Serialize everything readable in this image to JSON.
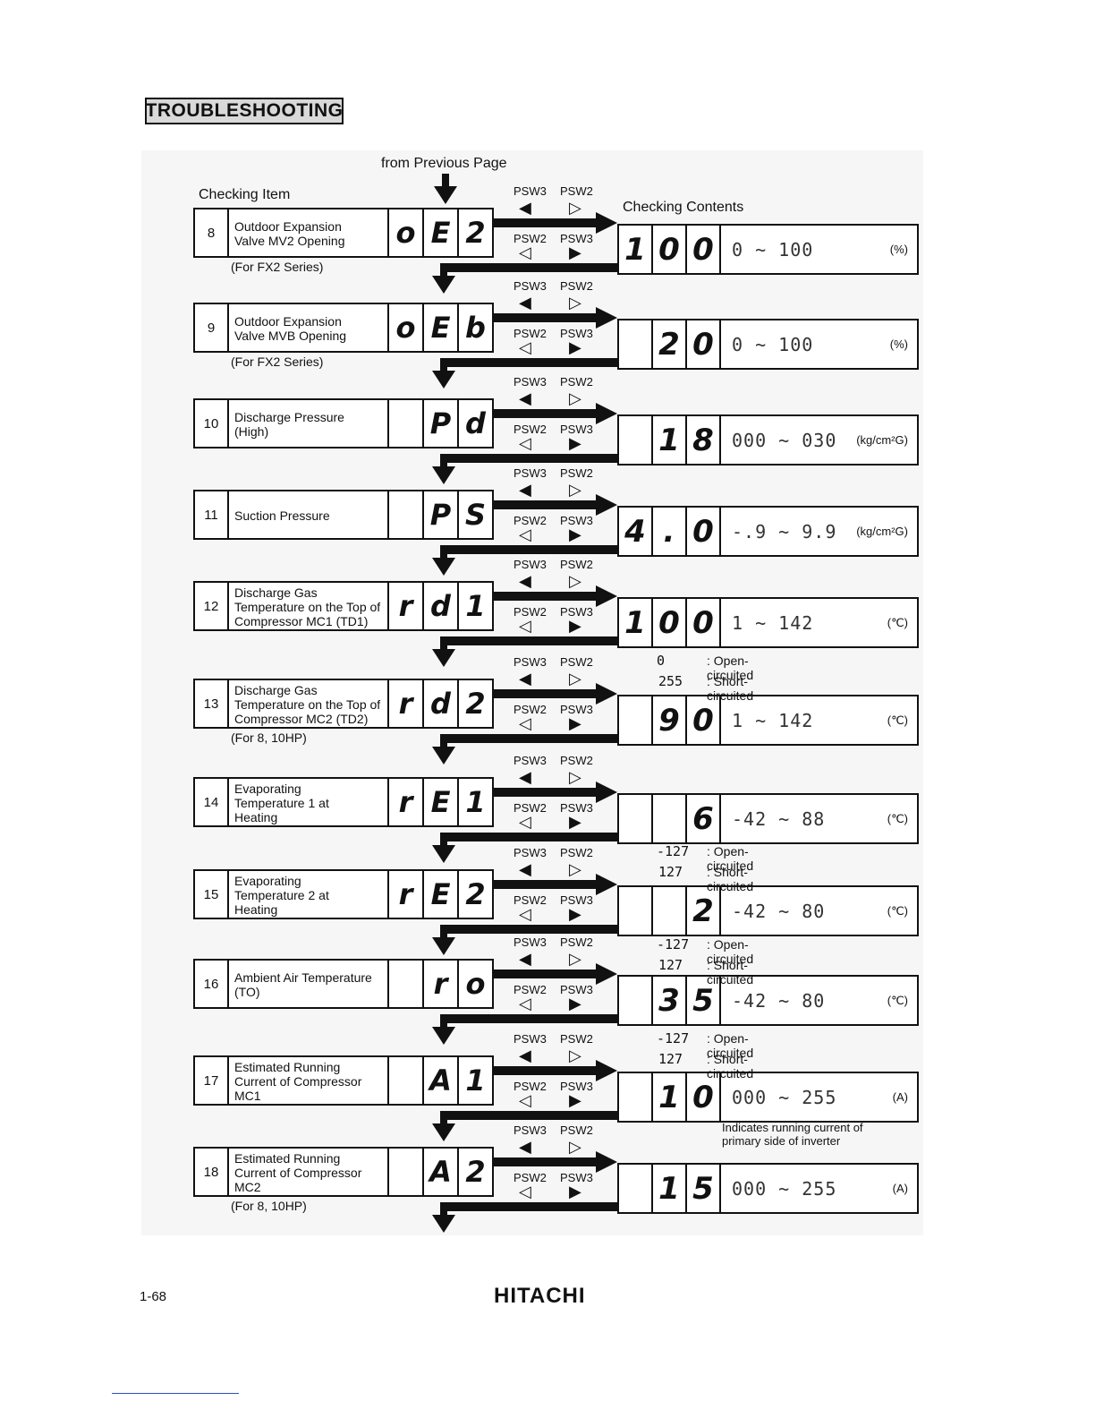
{
  "header": {
    "title": "TROUBLESHOOTING"
  },
  "labels": {
    "from_previous": "from Previous Page",
    "checking_item": "Checking Item",
    "checking_contents": "Checking Contents"
  },
  "psw": {
    "top_left": "PSW3",
    "top_right": "PSW2",
    "bot_left": "PSW2",
    "bot_right": "PSW3"
  },
  "items": [
    {
      "num": "8",
      "name": "Outdoor Expansion\nValve MV2 Opening",
      "code": [
        "o",
        "E",
        "2"
      ],
      "note": "(For FX2 Series)",
      "result": [
        "1",
        "0",
        "0"
      ],
      "range": "0 ~ 100",
      "unit": "(%)"
    },
    {
      "num": "9",
      "name": "Outdoor Expansion\nValve MVB Opening",
      "code": [
        "o",
        "E",
        "b"
      ],
      "note": "(For FX2 Series)",
      "result": [
        "",
        "2",
        "0"
      ],
      "range": "0 ~ 100",
      "unit": "(%)"
    },
    {
      "num": "10",
      "name": "Discharge Pressure\n(High)",
      "code": [
        "",
        "P",
        "d"
      ],
      "note": "",
      "result": [
        "",
        "1",
        "8"
      ],
      "range": "000 ~ 030",
      "unit": "(kg/cm²G)"
    },
    {
      "num": "11",
      "name": "Suction Pressure",
      "code": [
        "",
        "P",
        "S"
      ],
      "note": "",
      "result": [
        "4",
        ".",
        "0"
      ],
      "range": "-.9 ~ 9.9",
      "unit": "(kg/cm²G)"
    },
    {
      "num": "12",
      "name": "Discharge Gas\nTemperature on the Top of\nCompressor MC1 (TD1)",
      "code": [
        "r",
        "d",
        "1"
      ],
      "note": "",
      "result": [
        "1",
        "0",
        "0"
      ],
      "range": "1 ~ 142",
      "unit": "(℃)"
    },
    {
      "num": "13",
      "name": "Discharge Gas\nTemperature on the Top of\nCompressor MC2 (TD2)",
      "code": [
        "r",
        "d",
        "2"
      ],
      "note": "(For 8, 10HP)",
      "result": [
        "",
        "9",
        "0"
      ],
      "range": "1 ~ 142",
      "unit": "(℃)"
    },
    {
      "num": "14",
      "name": "Evaporating\nTemperature 1 at\nHeating",
      "code": [
        "r",
        "E",
        "1"
      ],
      "note": "",
      "result": [
        "",
        "",
        "6"
      ],
      "range": "-42 ~ 88",
      "unit": "(℃)"
    },
    {
      "num": "15",
      "name": "Evaporating\nTemperature 2 at\nHeating",
      "code": [
        "r",
        "E",
        "2"
      ],
      "note": "",
      "result": [
        "",
        "",
        "2"
      ],
      "range": "-42 ~ 80",
      "unit": "(℃)"
    },
    {
      "num": "16",
      "name": "Ambient Air Temperature\n(TO)",
      "code": [
        "",
        "r",
        "o"
      ],
      "note": "",
      "result": [
        "",
        "3",
        "5"
      ],
      "range": "-42 ~ 80",
      "unit": "(℃)"
    },
    {
      "num": "17",
      "name": "Estimated Running\nCurrent of Compressor\nMC1",
      "code": [
        "",
        "A",
        "1"
      ],
      "note": "",
      "result": [
        "",
        "1",
        "0"
      ],
      "range": "000 ~ 255",
      "unit": "(A)"
    },
    {
      "num": "18",
      "name": "Estimated Running\nCurrent of Compressor\nMC2",
      "code": [
        "",
        "A",
        "2"
      ],
      "note": "(For 8, 10HP)",
      "result": [
        "",
        "1",
        "5"
      ],
      "range": "000 ~ 255",
      "unit": "(A)"
    }
  ],
  "side_notes": [
    {
      "glyph": "0",
      "text": ": Open-circuited"
    },
    {
      "glyph": "255",
      "text": ": Short-circuited"
    },
    {
      "glyph": "-127",
      "text": ": Open-circuited"
    },
    {
      "glyph": "127",
      "text": ": Short-circuited"
    },
    {
      "glyph": "-127",
      "text": ": Open-circuited"
    },
    {
      "glyph": "127",
      "text": ": Short-circuited"
    },
    {
      "glyph": "-127",
      "text": ": Open-circuited"
    },
    {
      "glyph": "127",
      "text": ": Short-circuited"
    }
  ],
  "inverter_note": "Indicates running current of\nprimary side of inverter",
  "footer": {
    "page": "1-68",
    "brand": "HITACHI"
  }
}
